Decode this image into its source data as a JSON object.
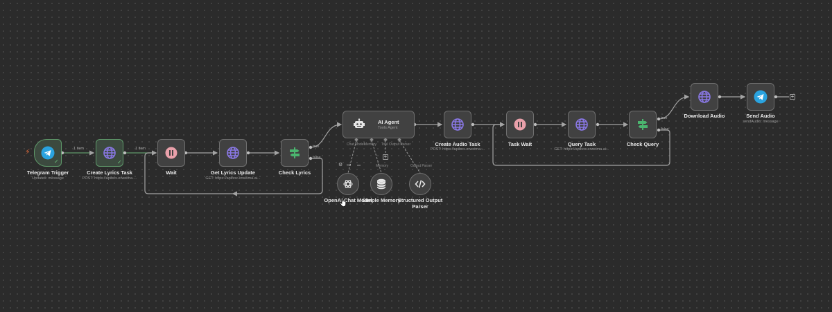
{
  "nodes": {
    "telegram_trigger": {
      "title": "Telegram Trigger",
      "subtitle": "Updates: message"
    },
    "create_lyrics_task": {
      "title": "Create Lyrics Task",
      "subtitle": "POST: https://apibox.erweima...."
    },
    "wait": {
      "title": "Wait"
    },
    "get_lyrics_update": {
      "title": "Get Lyrics Update",
      "subtitle": "GET: https://apibox.erweima.ai..."
    },
    "check_lyrics": {
      "title": "Check Lyrics",
      "true_label": "true",
      "false_label": "false"
    },
    "ai_agent": {
      "title": "AI Agent",
      "subtitle": "Tools Agent"
    },
    "create_audio_task": {
      "title": "Create Audio Task",
      "subtitle": "POST: https://apibox.erweima...."
    },
    "task_wait": {
      "title": "Task Wait"
    },
    "query_task": {
      "title": "Query Task",
      "subtitle": "GET: https://apibox.erweima.ai..."
    },
    "check_query": {
      "title": "Check Query",
      "true_label": "true",
      "false_label": "false"
    },
    "download_audio": {
      "title": "Download Audio"
    },
    "send_audio": {
      "title": "Send Audio",
      "subtitle": "sendAudio: message"
    }
  },
  "agent_ports": {
    "chat_model": "Chat Model",
    "memory": "Memory",
    "tool": "Tool",
    "output_parser": "Output Parser"
  },
  "sub_nodes": {
    "openai_chat_model": {
      "title": "OpenAI Chat Model"
    },
    "simple_memory": {
      "title": "Simple Memory",
      "port_label": "Memory"
    },
    "structured_output_parser": {
      "title_line1": "Structured Output",
      "title_line2": "Parser",
      "port_label": "Output Parser"
    }
  },
  "connections": {
    "trigger_to_lyrics": "1 item",
    "lyrics_to_wait": "1 item"
  },
  "icons": {
    "telegram": "telegram-icon",
    "http": "globe-icon",
    "wait": "pause-icon",
    "if": "signpost-icon",
    "agent": "robot-icon",
    "openai": "openai-icon",
    "memory": "database-icon",
    "parser": "code-icon",
    "trigger": "lightning-icon"
  },
  "colors": {
    "canvas_bg": "#2b2b2b",
    "node_bg": "#414141",
    "node_border": "#6f6f6f",
    "success_border": "#5f9a6a",
    "telegram_blue": "#2aa3df",
    "http_purple": "#8a78e6",
    "wait_pink": "#e9a0aa",
    "if_green": "#4bb56f",
    "trigger_orange": "#e06b3c",
    "wire": "#a3a3a3"
  }
}
